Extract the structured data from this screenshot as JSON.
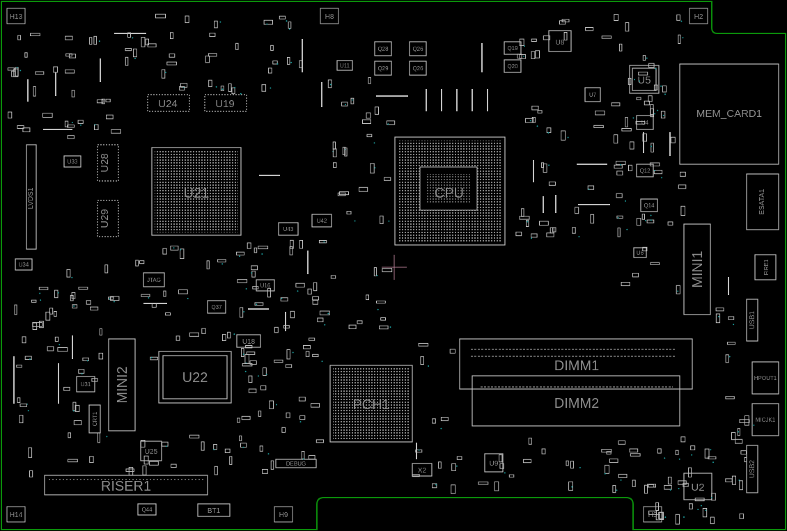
{
  "board": {
    "labels": {
      "cpu": "CPU",
      "pch": "PCH1",
      "u21": "U21",
      "u22": "U22",
      "mini1": "MINI1",
      "mini2": "MINI2",
      "dimm1": "DIMM1",
      "dimm2": "DIMM2",
      "mem_card": "MEM_CARD1",
      "riser": "RISER1",
      "bt1": "BT1",
      "esata": "ESATA1",
      "lvds": "LVDS1",
      "usb1": "USB1",
      "usb2": "USB2",
      "hpout": "HPOUT1",
      "micjk": "MICJK1",
      "u24": "U24",
      "u19": "U19",
      "u28": "U28",
      "u29": "U29",
      "u5": "U5",
      "u8": "U8",
      "u2": "U2",
      "u9": "U9",
      "u25": "U25",
      "u18": "U18",
      "u16": "U16",
      "u4": "U4",
      "u6": "U6",
      "u7": "U7",
      "u11": "U11",
      "u31": "U31",
      "u33": "U33",
      "u34": "U34",
      "u42": "U42",
      "u43": "U43",
      "x2": "X2",
      "debug": "DEBUG",
      "jtag": "JTAG",
      "h2": "H2",
      "h3": "H3",
      "h8": "H8",
      "h9": "H9",
      "h13": "H13",
      "h14": "H14",
      "q26": "Q26",
      "q28": "Q28",
      "q29": "Q29",
      "q19": "Q19",
      "q20": "Q20",
      "q12": "Q12",
      "q14": "Q14",
      "q37": "Q37",
      "q44": "Q44",
      "fire": "FIRE1",
      "crt": "CRT1"
    }
  }
}
